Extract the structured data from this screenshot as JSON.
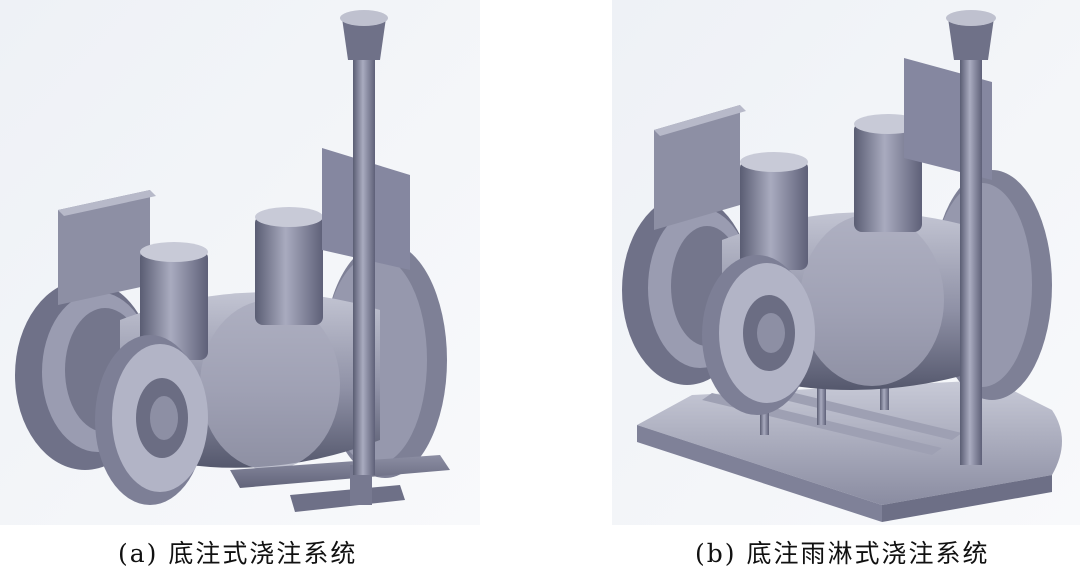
{
  "figure": {
    "panels": [
      {
        "id": "a",
        "caption": "(a) 底注式浇注系统",
        "depicts": "casting-with-bottom-gating-system"
      },
      {
        "id": "b",
        "caption": "(b) 底注雨淋式浇注系统",
        "depicts": "casting-with-bottom-shower-gating-system"
      }
    ]
  }
}
